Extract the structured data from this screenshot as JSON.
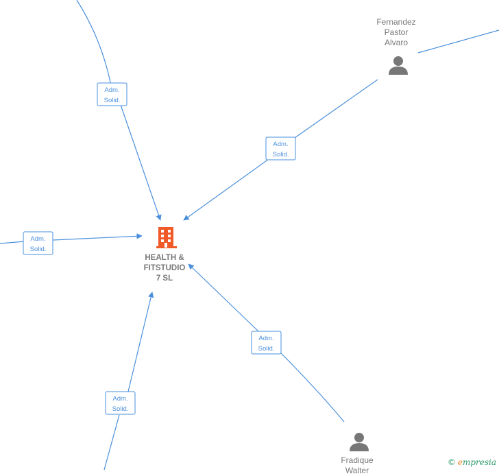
{
  "company": {
    "name": "HEALTH &\nFITSTUDIO\n7  SL",
    "icon": "building-icon",
    "color": "#f05a28"
  },
  "persons": [
    {
      "name": "Fernandez\nPastor\nAlvaro",
      "icon": "person-icon"
    },
    {
      "name": "Fradique\nWalter",
      "icon": "person-icon"
    }
  ],
  "edge_labels": {
    "line1": "Adm.",
    "line2": "Solid."
  },
  "colors": {
    "edge": "#4a8fdc",
    "person": "#777777",
    "company": "#f05a28"
  },
  "brand": {
    "copyright": "©",
    "initial": "e",
    "rest": "mpresia"
  }
}
